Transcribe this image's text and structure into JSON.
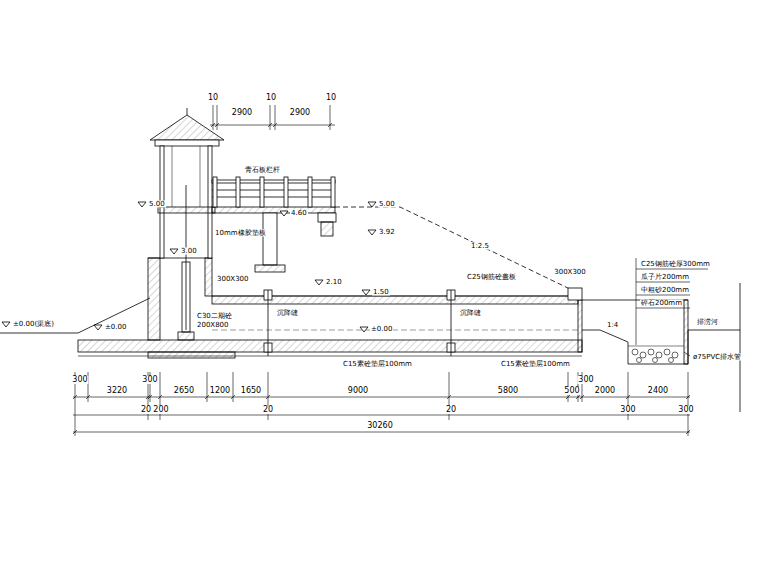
{
  "diagram": {
    "labels": [
      "10",
      "2900",
      "10",
      "2900",
      "10",
      "青石板栏杆",
      "5.00",
      "4.60",
      "5.00",
      "3.92",
      "10mm橡胶垫板",
      "1:2.5",
      "300X300",
      "3.00",
      "300X300",
      "2.10",
      "C25钢筋砼盖板",
      "1.50",
      "±0.00(渠底)",
      "±0.00",
      "±0.00",
      "C30二期砼",
      "200X800",
      "沉降缝",
      "沉降缝",
      "C15素砼垫层100mm",
      "C15素砼垫层100mm",
      "1:4",
      "C25钢筋砼厚300mm",
      "瓜子片200mm",
      "中粗砂200mm",
      "碎石200mm",
      "排涝河",
      "ø75PVC排水管",
      "300",
      "3220",
      "300",
      "2650",
      "1200",
      "1650",
      "9000",
      "5800",
      "500",
      "300",
      "2000",
      "2400",
      "20",
      "200",
      "20",
      "20",
      "300",
      "300",
      "30260"
    ]
  }
}
